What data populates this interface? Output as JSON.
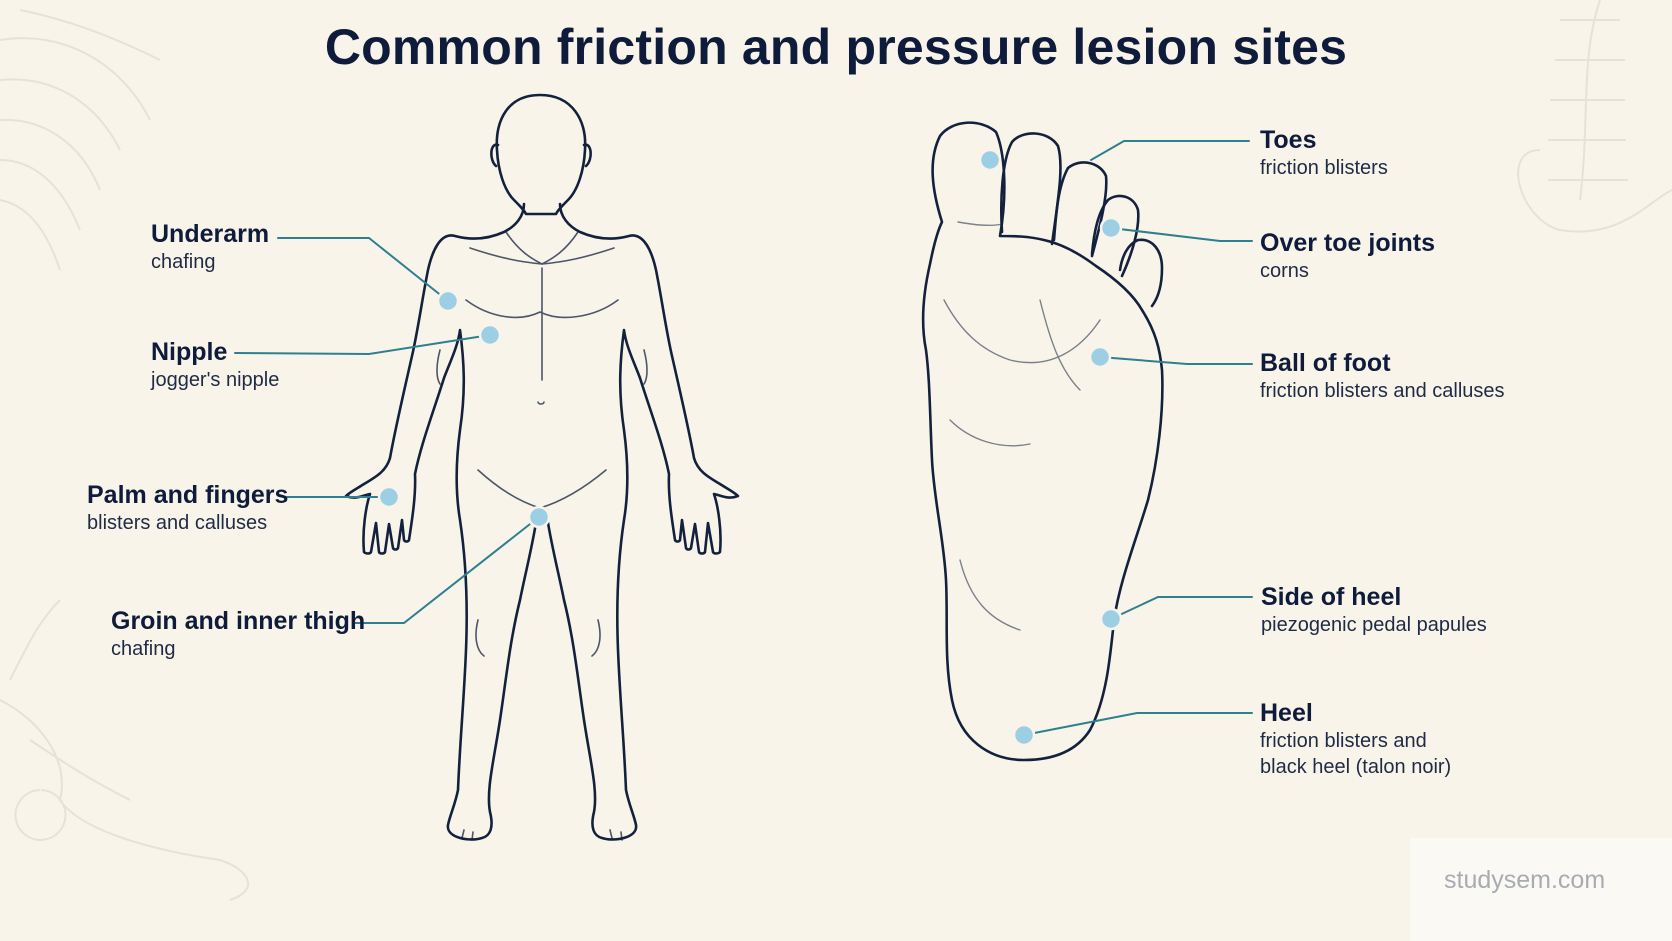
{
  "title": "Common friction and pressure lesion sites",
  "watermark": "studysem.com",
  "colors": {
    "background": "#f8f4ea",
    "outline": "#14213d",
    "leader_line": "#2e7f8f",
    "marker": "#9ccfe4",
    "heading": "#0f1b3a"
  },
  "labels": {
    "underarm": {
      "heading": "Underarm",
      "sub": [
        "chafing"
      ]
    },
    "nipple": {
      "heading": "Nipple",
      "sub": [
        "jogger's nipple"
      ]
    },
    "palm": {
      "heading": "Palm and fingers",
      "sub": [
        "blisters and calluses"
      ]
    },
    "groin": {
      "heading": "Groin and inner thigh",
      "sub": [
        "chafing"
      ]
    },
    "toes": {
      "heading": "Toes",
      "sub": [
        "friction blisters"
      ]
    },
    "toe_joints": {
      "heading": "Over toe joints",
      "sub": [
        "corns"
      ]
    },
    "ball": {
      "heading": "Ball of foot",
      "sub": [
        "friction blisters and calluses"
      ]
    },
    "side_heel": {
      "heading": "Side of heel",
      "sub": [
        "piezogenic pedal papules"
      ]
    },
    "heel": {
      "heading": "Heel",
      "sub": [
        "friction blisters and",
        "black heel (talon noir)"
      ]
    }
  }
}
